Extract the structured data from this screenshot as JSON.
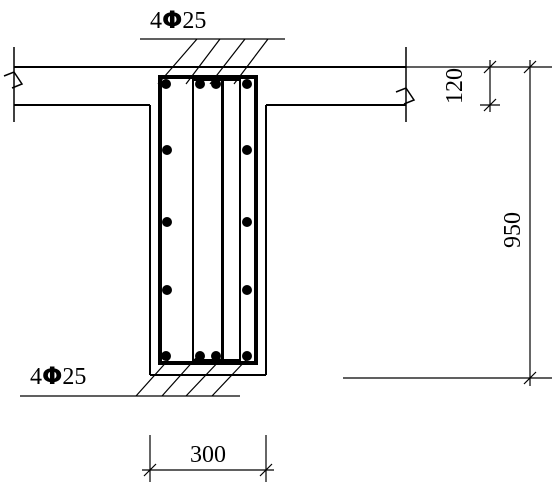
{
  "labels": {
    "top_rebar": {
      "count": "4",
      "symbol": "Φ",
      "size": "25"
    },
    "bottom_rebar": {
      "count": "4",
      "symbol": "Φ",
      "size": "25"
    },
    "flange_thickness": "120",
    "total_height": "950",
    "web_width": "300"
  },
  "colors": {
    "line": "#000000",
    "background": "#ffffff"
  }
}
